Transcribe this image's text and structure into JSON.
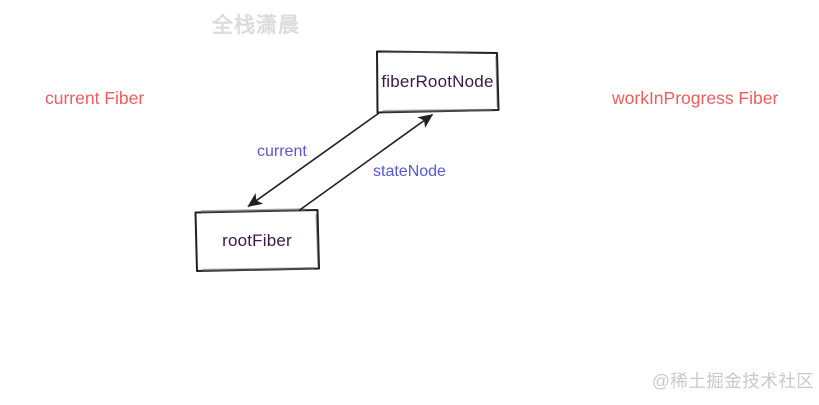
{
  "diagram": {
    "nodes": {
      "fiberRootNode": {
        "label": "fiberRootNode"
      },
      "rootFiber": {
        "label": "rootFiber"
      }
    },
    "edges": {
      "current": {
        "label": "current",
        "from": "fiberRootNode",
        "to": "rootFiber"
      },
      "stateNode": {
        "label": "stateNode",
        "from": "rootFiber",
        "to": "fiberRootNode"
      }
    },
    "annotations": {
      "left": "current Fiber",
      "right": "workInProgress Fiber"
    }
  },
  "watermarks": {
    "top": "全栈潇晨",
    "bottom": "@稀土掘金技术社区"
  },
  "colors": {
    "annotation_red": "#f25c5c",
    "edge_label_blue": "#5757d9",
    "node_text_purple": "#38194b",
    "stroke_dark": "#1f1f1f",
    "sketch_gray": "#6f6f6f",
    "watermark_top_gray": "#dcdcdc",
    "watermark_bottom_gray": "#c9c9c9"
  }
}
